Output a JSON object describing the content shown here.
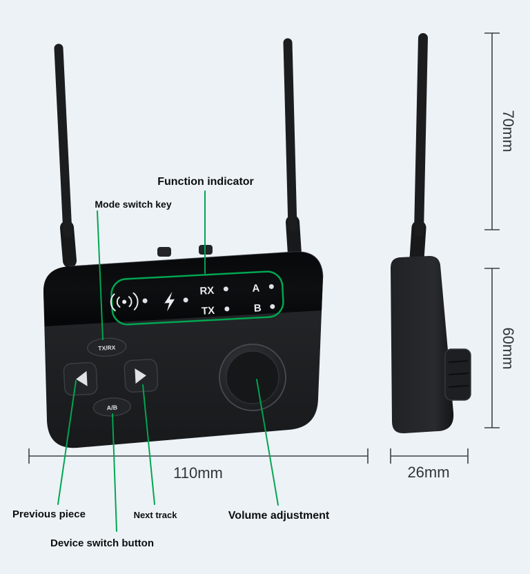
{
  "colors": {
    "background": "#edf2f6",
    "accent_green": "#00a651",
    "device_black": "#1b1d1f",
    "dimension_line": "#3a4046",
    "led_white": "#dfe2e5"
  },
  "callouts": {
    "function_indicator": "Function indicator",
    "mode_switch_key": "Mode switch key",
    "previous_piece": "Previous piece",
    "next_track": "Next track",
    "device_switch_button": "Device switch button",
    "volume_adjustment": "Volume adjustment"
  },
  "dimensions": {
    "antenna_height": "70mm",
    "body_height": "60mm",
    "body_width": "110mm",
    "body_depth": "26mm"
  },
  "panel": {
    "rx_label": "RX",
    "tx_label": "TX",
    "a_label": "A",
    "b_label": "B",
    "icons": [
      "signal-icon",
      "charge-icon"
    ]
  },
  "buttons": {
    "mode_switch": "TX/RX",
    "ab_switch": "A/B"
  }
}
